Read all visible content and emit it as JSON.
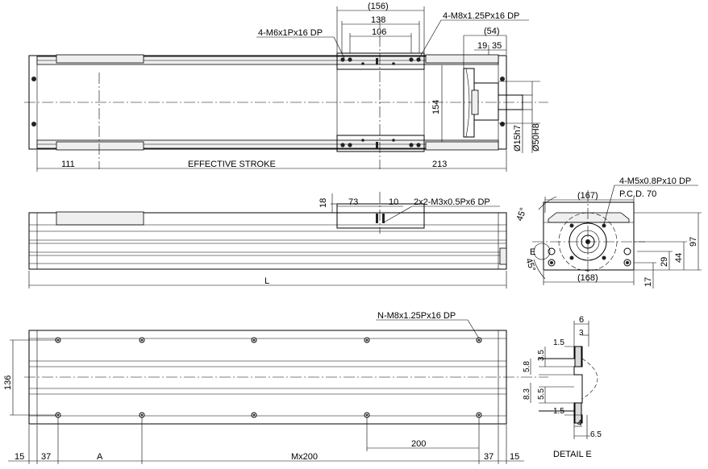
{
  "top_view": {
    "dims": {
      "d156": "(156)",
      "d138": "138",
      "d106": "106",
      "d54": "(54)",
      "d19": "19",
      "d35": "35",
      "d154": "154",
      "d111": "111",
      "effective_stroke": "EFFECTIVE STROKE",
      "d213": "213",
      "shaft": "Ø15h7",
      "flange": "Ø50H8"
    },
    "callouts": {
      "m6": "4-M6x1Px16 DP",
      "m8": "4-M8x1.25Px16 DP"
    }
  },
  "side_view": {
    "dims": {
      "d18": "18",
      "d73": "73",
      "d10": "10",
      "length": "L"
    },
    "callouts": {
      "m3": "2x2-M3x0.5Px6 DP"
    }
  },
  "end_view": {
    "dims": {
      "d167": "(167)",
      "d168": "(168)",
      "d97": "97",
      "d44": "44",
      "d29": "29",
      "d17": "17",
      "angle_top": "45°",
      "angle_bot": "45°",
      "detail_marker": "E"
    },
    "callouts": {
      "m5": "4-M5x0.8Px10 DP",
      "pcd": "P.C.D. 70"
    }
  },
  "bottom_view": {
    "dims": {
      "d136": "136",
      "d15_left": "15",
      "d37_left": "37",
      "a": "A",
      "mx200": "Mx200",
      "d200": "200",
      "d37_right": "37",
      "d15_right": "15"
    },
    "callouts": {
      "n_m8": "N-M8x1.25Px16 DP"
    }
  },
  "detail_view": {
    "label": "DETAIL E",
    "dims": {
      "d6": "6",
      "d3": "3",
      "d1_5_top": "1.5",
      "d3_5": "3.5",
      "d5_8": "5.8",
      "d5_5": "5.5",
      "d8_3": "8.3",
      "d1_5_bot": "1.5",
      "d4": "4",
      "d6_5": "6.5"
    }
  }
}
